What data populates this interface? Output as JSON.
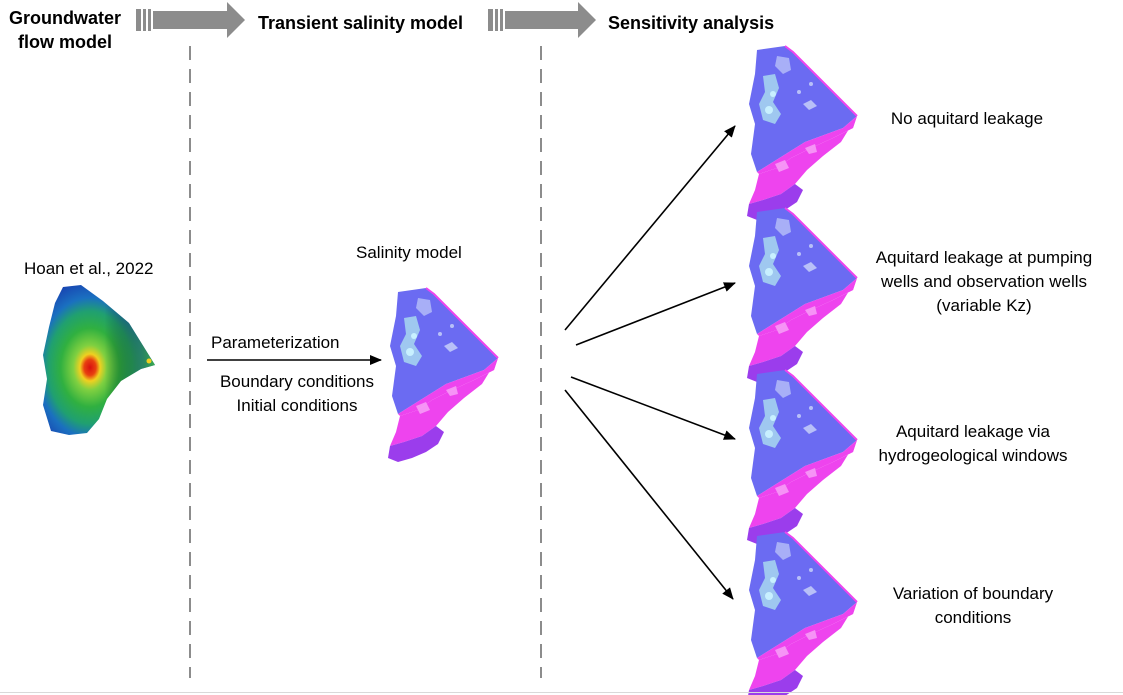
{
  "stages": [
    {
      "title_line1": "Groundwater",
      "title_line2": "flow model"
    },
    {
      "title": "Transient salinity model"
    },
    {
      "title": "Sensitivity analysis"
    }
  ],
  "flow_model": {
    "citation": "Hoan et al., 2022"
  },
  "salinity_model": {
    "title": "Salinity model"
  },
  "inputs": {
    "parameterization": "Parameterization",
    "boundary": "Boundary conditions",
    "initial": "Initial conditions"
  },
  "scenarios": [
    {
      "lines": [
        "No aquitard leakage"
      ]
    },
    {
      "lines": [
        "Aquitard leakage at pumping",
        "wells and observation wells",
        "(variable Kz)"
      ]
    },
    {
      "lines": [
        "Aquitard leakage via",
        "hydrogeological windows"
      ]
    },
    {
      "lines": [
        "Variation of boundary",
        "conditions"
      ]
    }
  ],
  "colors": {
    "stage_arrow": "#8c8c8c",
    "divider": "#8c8c8c",
    "salinity_fresh": "#6b6bf2",
    "salinity_saline": "#ee44ee",
    "salinity_south": "#9b3dec",
    "salinity_light": "#a8d8f0"
  }
}
